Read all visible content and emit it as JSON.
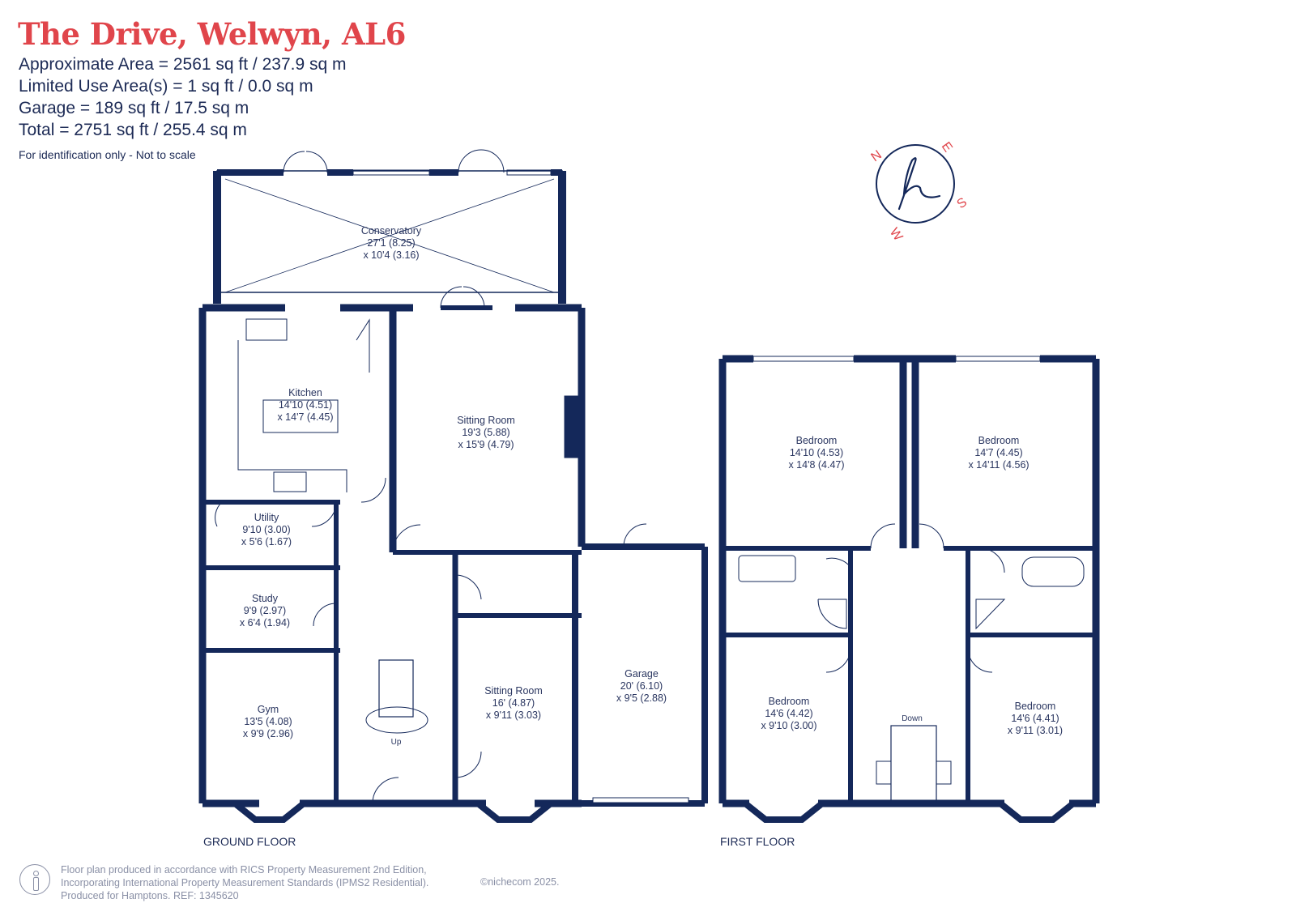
{
  "header": {
    "title": "The Drive, Welwyn, AL6",
    "area_lines": [
      "Approximate Area = 2561 sq ft / 237.9 sq m",
      "Limited Use Area(s) = 1 sq ft / 0.0 sq m",
      "Garage = 189 sq ft / 17.5 sq m",
      "Total = 2751 sq ft / 255.4 sq m"
    ],
    "note": "For identification only - Not to scale"
  },
  "compass": {
    "letters": {
      "n": "N",
      "e": "E",
      "s": "S",
      "w": "W"
    },
    "accent_color": "#e0454b",
    "icon": "hamptons-h-logo"
  },
  "ground_floor": {
    "label": "GROUND FLOOR",
    "rooms": {
      "conservatory": {
        "name": "Conservatory",
        "dim1": "27'1 (8.25)",
        "dim2": "x 10'4 (3.16)"
      },
      "kitchen": {
        "name": "Kitchen",
        "dim1": "14'10 (4.51)",
        "dim2": "x 14'7 (4.45)"
      },
      "sitting_room_1": {
        "name": "Sitting Room",
        "dim1": "19'3 (5.88)",
        "dim2": "x 15'9 (4.79)"
      },
      "utility": {
        "name": "Utility",
        "dim1": "9'10 (3.00)",
        "dim2": "x 5'6 (1.67)"
      },
      "study": {
        "name": "Study",
        "dim1": "9'9 (2.97)",
        "dim2": "x 6'4 (1.94)"
      },
      "gym": {
        "name": "Gym",
        "dim1": "13'5 (4.08)",
        "dim2": "x 9'9 (2.96)"
      },
      "sitting_room_2": {
        "name": "Sitting Room",
        "dim1": "16' (4.87)",
        "dim2": "x 9'11 (3.03)"
      },
      "garage": {
        "name": "Garage",
        "dim1": "20' (6.10)",
        "dim2": "x 9'5 (2.88)"
      }
    },
    "stairs_label": "Up"
  },
  "first_floor": {
    "label": "FIRST FLOOR",
    "rooms": {
      "bedroom_1": {
        "name": "Bedroom",
        "dim1": "14'10 (4.53)",
        "dim2": "x 14'8 (4.47)"
      },
      "bedroom_2": {
        "name": "Bedroom",
        "dim1": "14'7 (4.45)",
        "dim2": "x 14'11 (4.56)"
      },
      "bedroom_3": {
        "name": "Bedroom",
        "dim1": "14'6 (4.42)",
        "dim2": "x 9'10 (3.00)"
      },
      "bedroom_4": {
        "name": "Bedroom",
        "dim1": "14'6 (4.41)",
        "dim2": "x 9'11 (3.01)"
      }
    },
    "stairs_label": "Down"
  },
  "colors": {
    "wall": "#14285a",
    "title": "#e0454b",
    "text": "#1c2a55",
    "footer": "#8a90a6"
  },
  "footer": {
    "lines": [
      "Floor plan produced in accordance with RICS Property Measurement 2nd Edition,",
      "Incorporating International Property Measurement Standards (IPMS2 Residential).",
      "Produced for Hamptons.  REF: 1345620"
    ],
    "copyright": "©nichecom 2025.",
    "icon": "info-person-icon"
  }
}
